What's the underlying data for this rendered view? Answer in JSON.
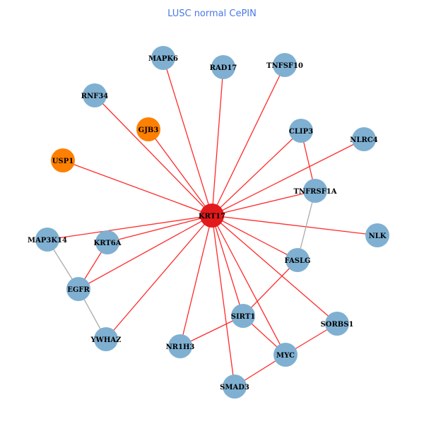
{
  "title": "LUSC normal CePIN",
  "colors": {
    "hub": "#e31a1c",
    "highlight": "#ff7f00",
    "normal": "#7fb0d2",
    "edge_red": "#ff2a2a",
    "edge_gray": "#aaaaaa"
  },
  "nodes": [
    {
      "id": "KRT17",
      "type": "hub"
    },
    {
      "id": "MAPK6",
      "type": "normal"
    },
    {
      "id": "RAD17",
      "type": "normal"
    },
    {
      "id": "TNFSF10",
      "type": "normal"
    },
    {
      "id": "RNF34",
      "type": "normal"
    },
    {
      "id": "GJB3",
      "type": "highlight"
    },
    {
      "id": "CLIP3",
      "type": "normal"
    },
    {
      "id": "NLRC4",
      "type": "normal"
    },
    {
      "id": "USP1",
      "type": "highlight"
    },
    {
      "id": "TNFRSF1A",
      "type": "normal"
    },
    {
      "id": "MAP3K14",
      "type": "normal"
    },
    {
      "id": "KRT6A",
      "type": "normal"
    },
    {
      "id": "NLK",
      "type": "normal"
    },
    {
      "id": "FASLG",
      "type": "normal"
    },
    {
      "id": "EGFR",
      "type": "normal"
    },
    {
      "id": "SIRT1",
      "type": "normal"
    },
    {
      "id": "SORBS1",
      "type": "normal"
    },
    {
      "id": "YWHAZ",
      "type": "normal"
    },
    {
      "id": "NR1H3",
      "type": "normal"
    },
    {
      "id": "MYC",
      "type": "normal"
    },
    {
      "id": "SMAD3",
      "type": "normal"
    }
  ],
  "edges": [
    [
      "KRT17",
      "MAPK6",
      "red"
    ],
    [
      "KRT17",
      "RAD17",
      "red"
    ],
    [
      "KRT17",
      "TNFSF10",
      "red"
    ],
    [
      "KRT17",
      "RNF34",
      "red"
    ],
    [
      "KRT17",
      "GJB3",
      "red"
    ],
    [
      "KRT17",
      "CLIP3",
      "red"
    ],
    [
      "KRT17",
      "NLRC4",
      "red"
    ],
    [
      "KRT17",
      "USP1",
      "red"
    ],
    [
      "KRT17",
      "TNFRSF1A",
      "red"
    ],
    [
      "KRT17",
      "MAP3K14",
      "red"
    ],
    [
      "KRT17",
      "KRT6A",
      "red"
    ],
    [
      "KRT17",
      "NLK",
      "red"
    ],
    [
      "KRT17",
      "FASLG",
      "red"
    ],
    [
      "KRT17",
      "EGFR",
      "red"
    ],
    [
      "KRT17",
      "YWHAZ",
      "red"
    ],
    [
      "KRT17",
      "NR1H3",
      "red"
    ],
    [
      "KRT17",
      "SMAD3",
      "red"
    ],
    [
      "KRT17",
      "SIRT1",
      "red"
    ],
    [
      "KRT17",
      "MYC",
      "red"
    ],
    [
      "KRT17",
      "SORBS1",
      "red"
    ],
    [
      "CLIP3",
      "TNFRSF1A",
      "red"
    ],
    [
      "TNFRSF1A",
      "FASLG",
      "gray"
    ],
    [
      "MAP3K14",
      "EGFR",
      "gray"
    ],
    [
      "KRT6A",
      "EGFR",
      "red"
    ],
    [
      "EGFR",
      "YWHAZ",
      "gray"
    ],
    [
      "FASLG",
      "SIRT1",
      "red"
    ],
    [
      "SIRT1",
      "NR1H3",
      "red"
    ],
    [
      "SIRT1",
      "MYC",
      "red"
    ],
    [
      "SORBS1",
      "MYC",
      "red"
    ],
    [
      "MYC",
      "SMAD3",
      "red"
    ]
  ]
}
